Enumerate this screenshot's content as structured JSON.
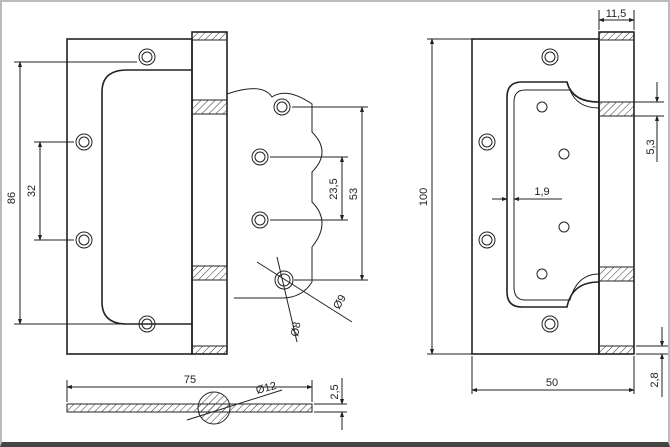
{
  "title": "Door hinge technical drawing",
  "dimensions": {
    "overall_height_left": "86",
    "hole_spacing_left": "32",
    "hole_spacing_right_a": "23,5",
    "hole_spacing_right_b": "53",
    "hole_diameter": "Ø9",
    "countersink": "Ø8",
    "width_left": "75",
    "thickness_left": "2,5",
    "pin_diameter": "Ø12",
    "overall_height_right": "100",
    "knuckle_width": "11,5",
    "offset": "5,3",
    "gap": "1,9",
    "width_right": "50",
    "thickness_right": "2,8"
  }
}
